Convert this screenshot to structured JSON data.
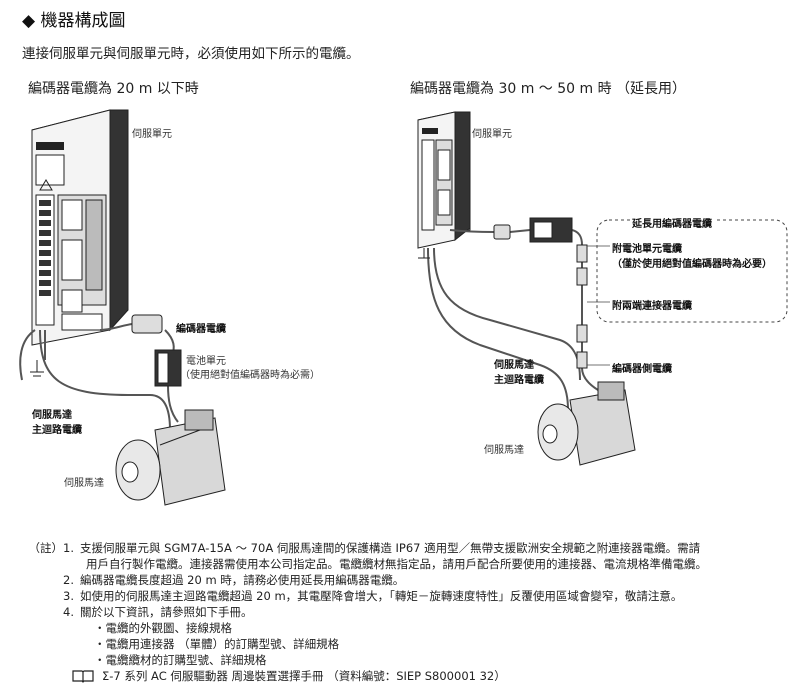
{
  "title": "◆ 機器構成圖",
  "intro": "連接伺服單元與伺服單元時，必須使用如下所示的電纜。",
  "left_diagram": {
    "heading": "編碼器電纜為 20 m 以下時",
    "servo_unit": "伺服單元",
    "encoder_cable": "編碼器電纜",
    "battery_unit": "電池單元",
    "battery_note": "（使用絕對值編碼器時為必需）",
    "main_cable_line1": "伺服馬達",
    "main_cable_line2": "主迴路電纜",
    "servo_motor": "伺服馬達"
  },
  "right_diagram": {
    "heading": "編碼器電纜為 30 m ～ 50 m 時 （延長用）",
    "servo_unit": "伺服單元",
    "ext_cable": "延長用編碼器電纜",
    "battery_cable": "附電池單元電纜",
    "battery_cable_note": "（僅於使用絕對值編碼器時為必要）",
    "dual_cable": "附兩端連接器電纜",
    "main_cable_line1": "伺服馬達",
    "main_cable_line2": "主迴路電纜",
    "encoder_side_cable": "編碼器側電纜",
    "servo_motor": "伺服馬達"
  },
  "notes": {
    "prefix": "（註）",
    "items": [
      {
        "num": "1.",
        "lines": [
          "支援伺服單元與 SGM7A-15A ～ 70A 伺服馬達間的保護構造 IP67 適用型／無帶支援歐洲安全規範之附連接器電纜。需請",
          "用戶自行製作電纜。連接器需使用本公司指定品。電纜纜材無指定品，請用戶配合所要使用的連接器、電流規格準備電纜。"
        ]
      },
      {
        "num": "2.",
        "lines": [
          "編碼器電纜長度超過 20 m 時，請務必使用延長用編碼器電纜。"
        ]
      },
      {
        "num": "3.",
        "lines": [
          "如使用的伺服馬達主迴路電纜超過 20 m，其電壓降會增大，「轉矩－旋轉速度特性」反覆使用區域會變窄，敬請注意。"
        ]
      },
      {
        "num": "4.",
        "lines": [
          "關於以下資訊，請參照如下手冊。"
        ]
      }
    ],
    "bullets": [
      "・電纜的外觀圖、接線規格",
      "・電纜用連接器 （單體）的訂購型號、詳細規格",
      "・電纜纜材的訂購型號、詳細規格"
    ],
    "manual": "Σ-7 系列 AC 伺服驅動器 周邊裝置選擇手冊 （資料編號：SIEP S800001 32）"
  },
  "colors": {
    "cable": "#555555",
    "unit_dark": "#2a2a2a",
    "unit_light": "#f2f2f2",
    "motor": "#d8d8d8"
  }
}
